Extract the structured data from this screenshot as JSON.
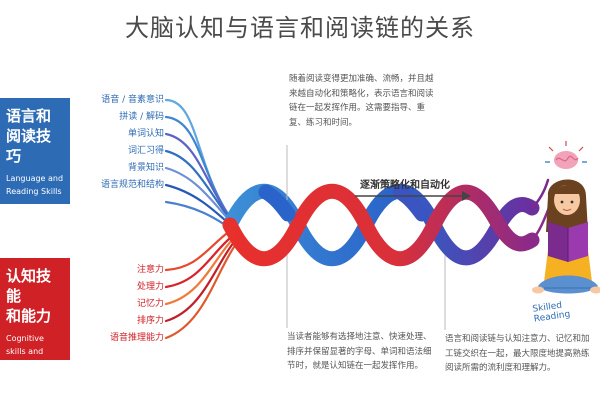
{
  "title": "大脑认知与语言和阅读链的关系",
  "language": {
    "title_zh": "语言和\n阅读技巧",
    "title_en": "Language and Reading Skills",
    "items": [
      "语音 / 音素意识",
      "拼读 / 解码",
      "单词认知",
      "词汇习得",
      "背景知识",
      "语言规范和结构"
    ]
  },
  "cognitive": {
    "title_zh": "认知技能\n和能力",
    "title_en": "Cognitive skills and Capacities",
    "items": [
      "注意力",
      "处理力",
      "记忆力",
      "排序力",
      "语音推理能力"
    ]
  },
  "notes": {
    "top": "随着阅读变得更加准确、流畅，并且越来越自动化和策略化，表示语言和阅读链在一起发挥作用。这需要指导、重复、练习和时间。",
    "bottom_left": "当读者能够有选择地注意、快速处理、排序并保留显著的字母、单词和语法细节时，就是认知链在一起发挥作用。",
    "bottom_right": "语言和阅读链与认知注意力、记忆和加工链交织在一起，最大限度地提高熟练阅读所需的流利度和理解力。"
  },
  "arrow_label": "逐渐策略化和自动化",
  "reader_label": "Skilled Reading",
  "colors": {
    "language": "#2e6bb5",
    "cognitive": "#d02127",
    "helix_purple": "#7b2a8e"
  }
}
